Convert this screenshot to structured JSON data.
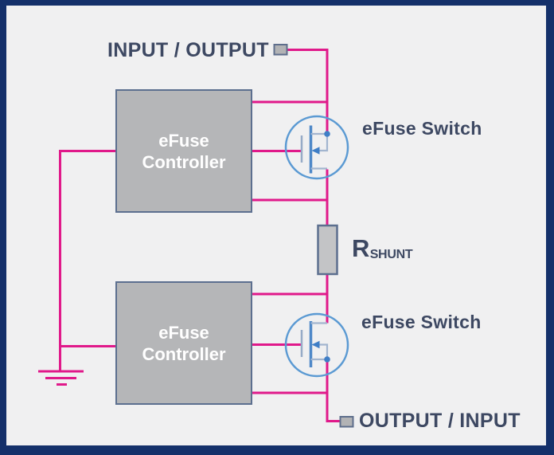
{
  "labels": {
    "input_output": "INPUT / OUTPUT",
    "output_input": "OUTPUT / INPUT",
    "efuse_switch_top": "eFuse Switch",
    "efuse_switch_bottom": "eFuse Switch",
    "controller_top_line1": "eFuse",
    "controller_top_line2": "Controller",
    "controller_bottom_line1": "eFuse",
    "controller_bottom_line2": "Controller",
    "rshunt_main": "R",
    "rshunt_sub": "SHUNT"
  },
  "colors": {
    "frame_border": "#14306a",
    "background": "#f0f0f1",
    "wire_pink": "#e0198a",
    "mosfet_circle_blue": "#5b9ad3",
    "mosfet_strong_blue": "#3f7ec6",
    "mosfet_channel_blue": "#4e88c8",
    "mosfet_light_blue": "#a2b5cf",
    "gate_line_blue": "#96abc7",
    "box_fill": "#b5b6b8",
    "box_border": "#5c6f8f",
    "resistor_fill": "#c3c4c6",
    "terminal_fill": "#b2b3b5",
    "terminal_border": "#5e6e8c",
    "label_navy": "#3d4862",
    "controller_text": "#ffffff"
  },
  "icons": {
    "mosfet_top": "nmos-transistor-icon",
    "mosfet_bottom": "nmos-transistor-icon",
    "ground": "earth-ground-icon",
    "resistor": "shunt-resistor-icon",
    "terminal_top": "terminal-pad-icon",
    "terminal_bottom": "terminal-pad-icon"
  }
}
